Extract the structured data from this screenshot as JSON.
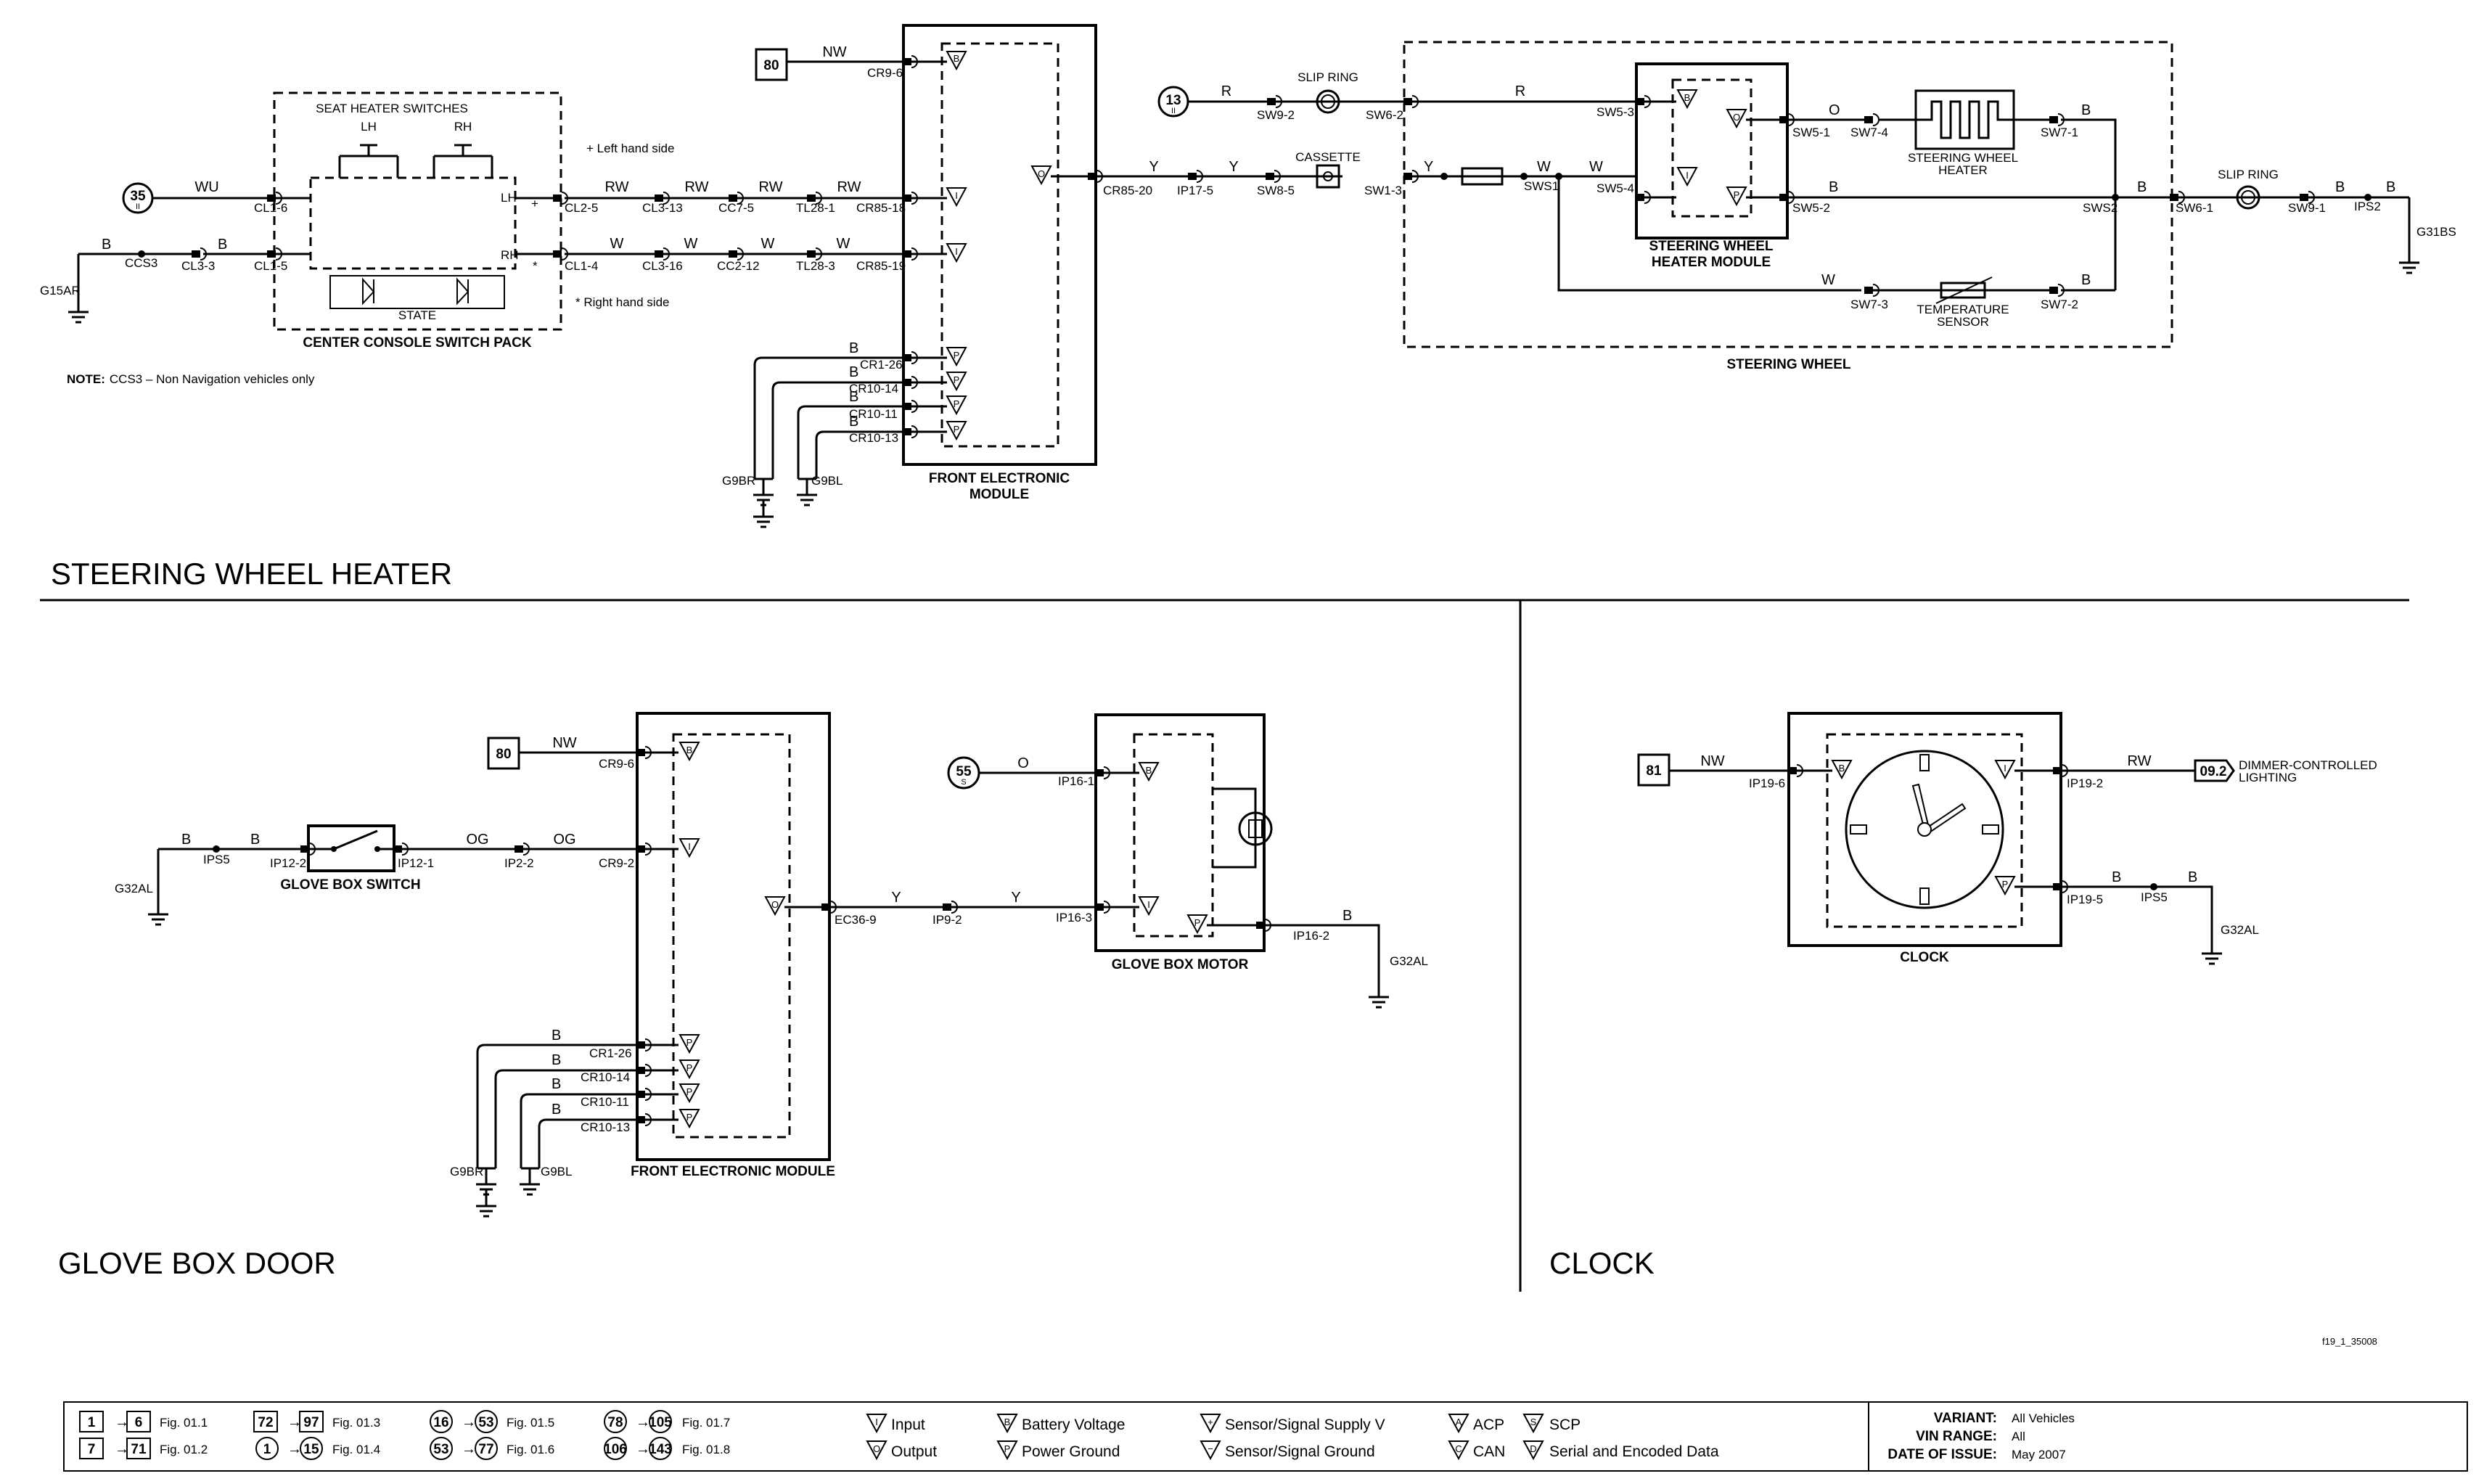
{
  "top": {
    "section_title": "STEERING WHEEL HEATER",
    "ref35": "35",
    "ref35_sub": "II",
    "ref13": "13",
    "ref13_sub": "II",
    "ref80": "80",
    "seat_heater_switches": "SEAT HEATER SWITCHES",
    "lh": "LH",
    "rh": "RH",
    "state": "STATE",
    "plus": "+",
    "star": "*",
    "left_hand_side": "+ Left hand side",
    "right_hand_side": "* Right hand side",
    "switch_pack": "CENTER CONSOLE SWITCH PACK",
    "fem_line1": "FRONT ELECTRONIC",
    "fem_line2": "MODULE",
    "cassette": "CASSETTE",
    "slip_ring": "SLIP RING",
    "steering_wheel": "STEERING WHEEL",
    "hm_line1": "STEERING WHEEL",
    "hm_line2": "HEATER MODULE",
    "heater_line1": "STEERING WHEEL",
    "heater_line2": "HEATER",
    "temp_line1": "TEMPERATURE",
    "temp_line2": "SENSOR",
    "note_label": "NOTE:",
    "note_text": "CCS3 – Non Navigation vehicles only",
    "wires": {
      "wu": "WU",
      "b": "B",
      "rw": "RW",
      "w": "W",
      "nw": "NW",
      "y": "Y",
      "r": "R",
      "o": "O"
    },
    "conns": {
      "cl1_6": "CL1-6",
      "cl1_5": "CL1-5",
      "cl3_3": "CL3-3",
      "ccs3": "CCS3",
      "g15ar": "G15AR",
      "cl2_5": "CL2-5",
      "cl1_4": "CL1-4",
      "cl3_13": "CL3-13",
      "cl3_16": "CL3-16",
      "cc7_5": "CC7-5",
      "cc2_12": "CC2-12",
      "tl28_1": "TL28-1",
      "tl28_3": "TL28-3",
      "cr85_18": "CR85-18",
      "cr85_19": "CR85-19",
      "cr85_20": "CR85-20",
      "cr9_6": "CR9-6",
      "cr1_26": "CR1-26",
      "cr10_14": "CR10-14",
      "cr10_11": "CR10-11",
      "cr10_13": "CR10-13",
      "g9br": "G9BR",
      "g9bl": "G9BL",
      "ip17_5": "IP17-5",
      "sw8_5": "SW8-5",
      "sw1_3": "SW1-3",
      "sw9_2": "SW9-2",
      "sw6_2": "SW6-2",
      "sw5_3": "SW5-3",
      "sw5_4": "SW5-4",
      "sws1": "SWS1",
      "sw5_1": "SW5-1",
      "sw5_2": "SW5-2",
      "sw7_4": "SW7-4",
      "sw7_1": "SW7-1",
      "sw7_3": "SW7-3",
      "sw7_2": "SW7-2",
      "sws2": "SWS2",
      "sw6_1": "SW6-1",
      "sw9_1": "SW9-1",
      "ips2": "IPS2",
      "g31bs": "G31BS"
    }
  },
  "glove": {
    "section_title": "GLOVE BOX DOOR",
    "ref80": "80",
    "ref55": "55",
    "ref55_sub": "S",
    "switch": "GLOVE BOX SWITCH",
    "fem": "FRONT ELECTRONIC MODULE",
    "motor": "GLOVE BOX MOTOR",
    "wires": {
      "b": "B",
      "og": "OG",
      "nw": "NW",
      "y": "Y",
      "o": "O"
    },
    "conns": {
      "g32al": "G32AL",
      "ips5": "IPS5",
      "ip12_2": "IP12-2",
      "ip12_1": "IP12-1",
      "ip2_2": "IP2-2",
      "cr9_2": "CR9-2",
      "cr9_6": "CR9-6",
      "cr1_26": "CR1-26",
      "cr10_14": "CR10-14",
      "cr10_11": "CR10-11",
      "cr10_13": "CR10-13",
      "g9br": "G9BR",
      "g9bl": "G9BL",
      "ec36_9": "EC36-9",
      "ip9_2": "IP9-2",
      "ip16_3": "IP16-3",
      "ip16_1": "IP16-1",
      "ip16_2": "IP16-2"
    }
  },
  "clock": {
    "section_title": "CLOCK",
    "ref81": "81",
    "ref092": "09.2",
    "title": "CLOCK",
    "dimmer_line1": "DIMMER-CONTROLLED",
    "dimmer_line2": "LIGHTING",
    "wires": {
      "nw": "NW",
      "rw": "RW",
      "b": "B"
    },
    "conns": {
      "ip19_6": "IP19-6",
      "ip19_2": "IP19-2",
      "ip19_5": "IP19-5",
      "ips5": "IPS5",
      "g32al": "G32AL"
    }
  },
  "legend": {
    "figs": [
      {
        "a": "1",
        "b": "6",
        "fig": "Fig. 01.1"
      },
      {
        "a": "7",
        "b": "71",
        "fig": "Fig. 01.2"
      },
      {
        "a": "72",
        "b": "97",
        "fig": "Fig. 01.3"
      },
      {
        "a": "1",
        "b": "15",
        "fig": "Fig. 01.4"
      },
      {
        "a": "16",
        "b": "53",
        "fig": "Fig. 01.5"
      },
      {
        "a": "53",
        "b": "77",
        "fig": "Fig. 01.6"
      },
      {
        "a": "78",
        "b": "105",
        "fig": "Fig. 01.7"
      },
      {
        "a": "106",
        "b": "143",
        "fig": "Fig. 01.8"
      }
    ],
    "i_code": "I",
    "o_code": "O",
    "b_code": "B",
    "p_code": "P",
    "plus_code": "+",
    "minus_code": "−",
    "a_code": "A",
    "c_code": "C",
    "s_code": "S",
    "d_code": "D",
    "input": "Input",
    "output": "Output",
    "battery": "Battery Voltage",
    "power_ground": "Power Ground",
    "sensor_supply": "Sensor/Signal Supply V",
    "sensor_ground": "Sensor/Signal Ground",
    "acp": "ACP",
    "can": "CAN",
    "scp": "SCP",
    "serial": "Serial and Encoded Data"
  },
  "footer": {
    "drawing_id": "f19_1_35008",
    "variant_label": "VARIANT:",
    "variant": "All Vehicles",
    "vin_label": "VIN RANGE:",
    "vin": "All",
    "date_label": "DATE OF ISSUE:",
    "date": "May 2007"
  }
}
